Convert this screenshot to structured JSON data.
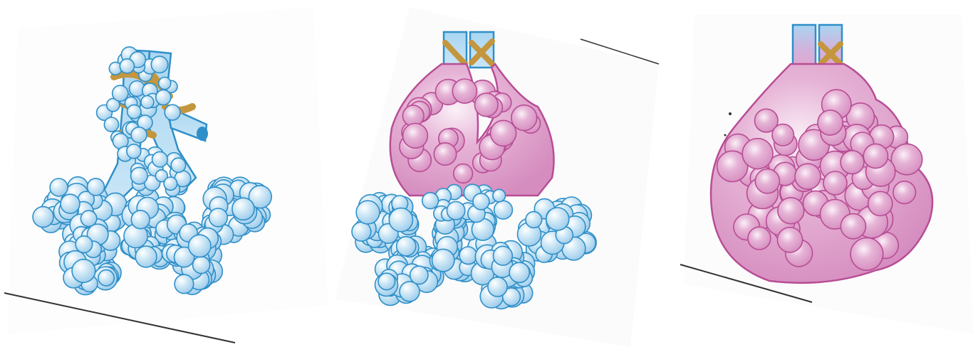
{
  "figure": {
    "panels": [
      {
        "stage": "normal-alveoli",
        "fill": "blue",
        "pink_fraction": 0.0
      },
      {
        "stage": "partially-filled-alveoli",
        "fill": "pink-and-blue",
        "pink_fraction": 0.5
      },
      {
        "stage": "fully-filled-alveoli",
        "fill": "pink",
        "pink_fraction": 1.0
      }
    ]
  },
  "colors": {
    "blue_fill": "#bfe0f3",
    "blue_stroke": "#2f8fc8",
    "pink_fill": "#e3a6cf",
    "pink_stroke": "#b84d95",
    "band": "#c4963d",
    "page_edge": "#f2f2f2",
    "scan_line": "#333333"
  },
  "icons": [
    "airway-tube",
    "smooth-muscle-band",
    "alveolar-sac",
    "alveolus-bubble"
  ]
}
